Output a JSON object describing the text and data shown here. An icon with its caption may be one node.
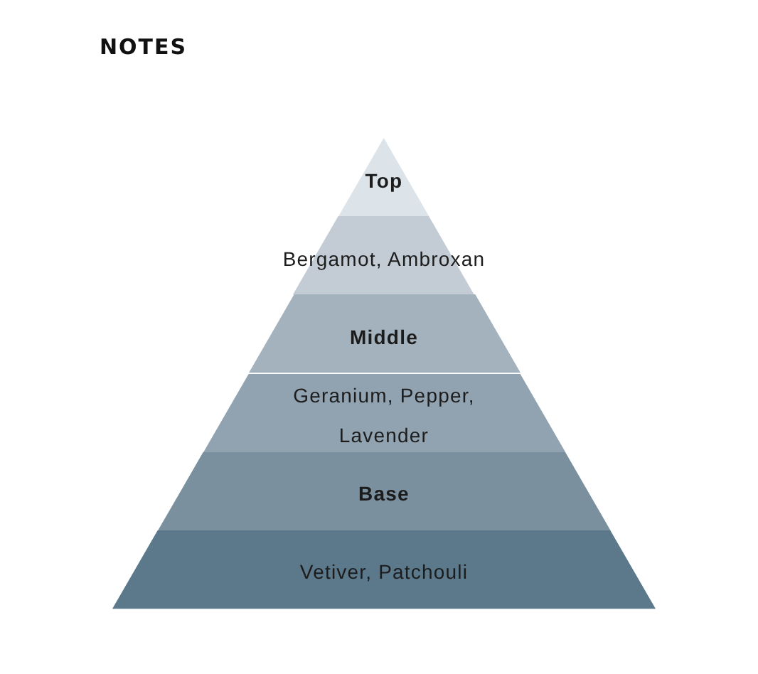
{
  "diagram": {
    "title": "NOTES",
    "nodes": [
      {
        "text": [
          "Top"
        ]
      },
      {
        "text": [
          "Bergamot, Ambroxan"
        ]
      },
      {
        "text": [
          "Middle"
        ]
      },
      {
        "text": [
          "Geranium, Pepper, Lavender"
        ]
      },
      {
        "text": [
          "Base"
        ]
      },
      {
        "text": [
          "Vetiver, Patchouli"
        ]
      }
    ]
  }
}
